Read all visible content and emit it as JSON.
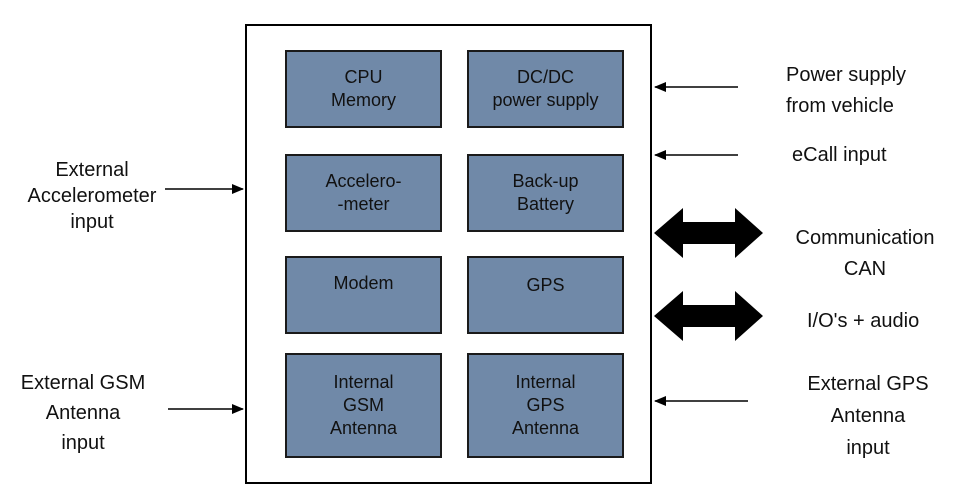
{
  "blocks": {
    "cpu": "CPU\nMemory",
    "dcdc": "DC/DC\npower supply",
    "accel": "Accelero-\n-meter",
    "battery": "Back-up\nBattery",
    "modem": "Modem",
    "gps": "GPS",
    "gsm_antenna": "Internal\nGSM\nAntenna",
    "gps_antenna": "Internal\nGPS\nAntenna"
  },
  "inputs": {
    "ext_accel": "External\nAccelerometer\ninput",
    "ext_gsm": "External GSM\nAntenna\ninput",
    "power": "Power supply\nfrom vehicle",
    "ecall": "eCall input",
    "comm": "Communication\nCAN",
    "io": "I/O's + audio",
    "ext_gps": "External GPS\nAntenna\ninput"
  },
  "colors": {
    "block_fill": "#7089a8",
    "stroke": "#000000"
  }
}
